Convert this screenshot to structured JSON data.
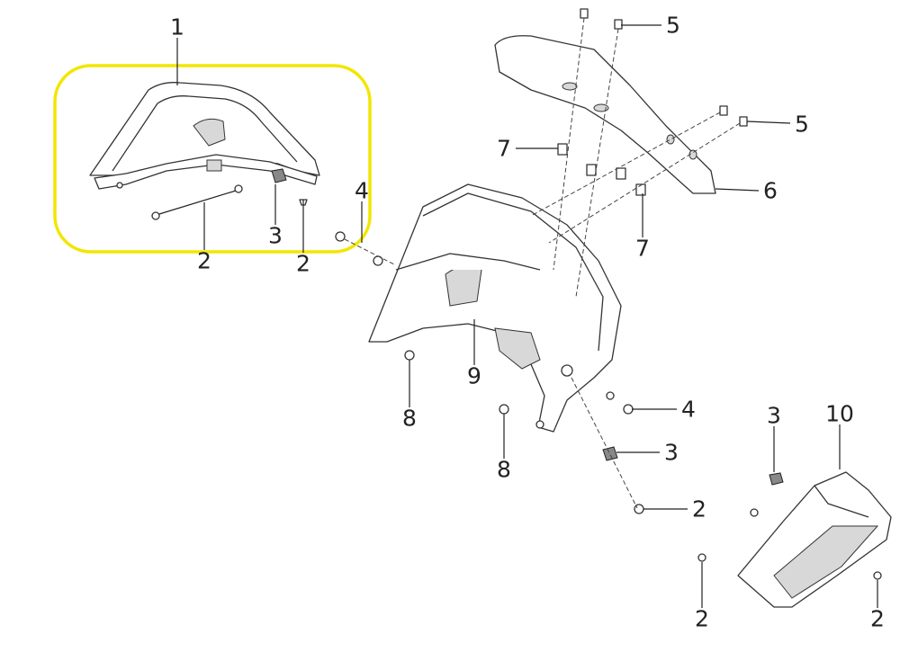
{
  "diagram": {
    "highlight_color": "#f2e600",
    "callouts": [
      "1",
      "2",
      "3",
      "2",
      "4",
      "5",
      "5",
      "7",
      "6",
      "7",
      "9",
      "8",
      "4",
      "8",
      "3",
      "2",
      "3",
      "10",
      "2",
      "2"
    ]
  }
}
